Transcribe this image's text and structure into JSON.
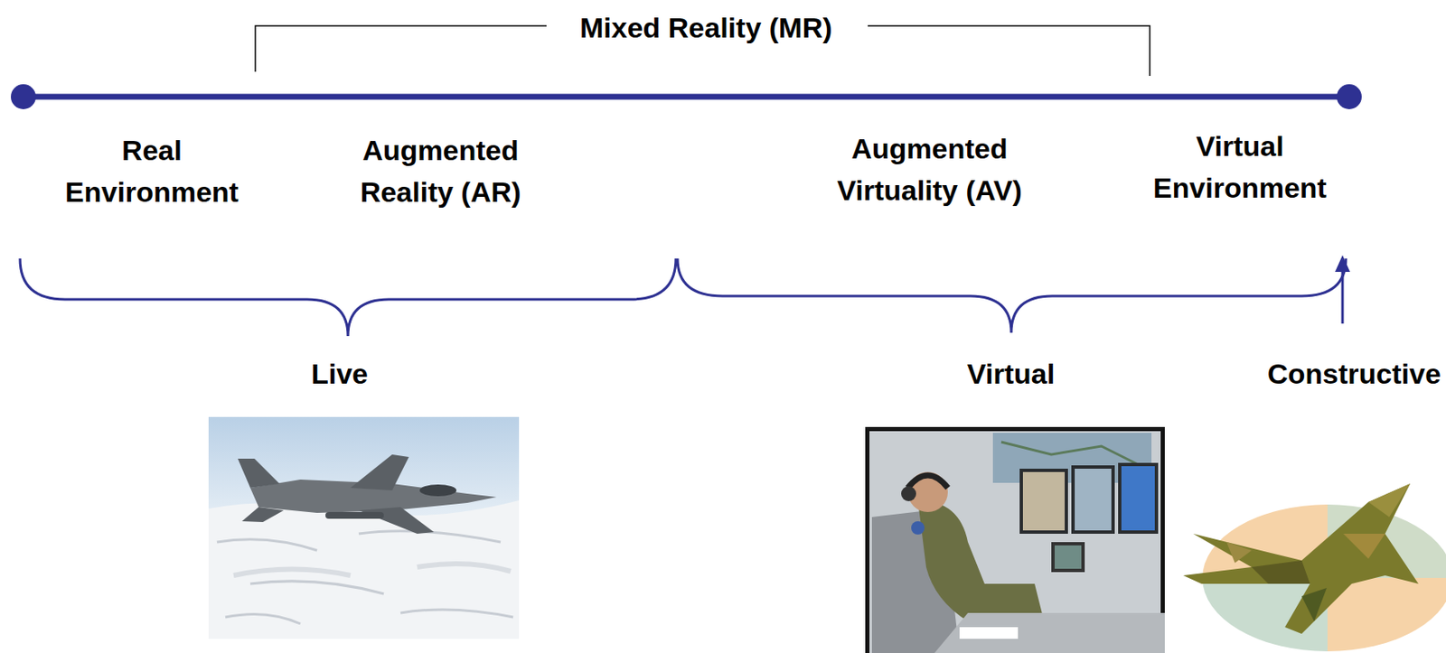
{
  "diagram": {
    "labels": [
      "Mixed Reality (MR)",
      "Real Environment",
      "Augmented Reality (AR)",
      "Augmented Virtuality (AV)",
      "Virtual Environment",
      "Live",
      "Virtual",
      "Constructive"
    ]
  }
}
